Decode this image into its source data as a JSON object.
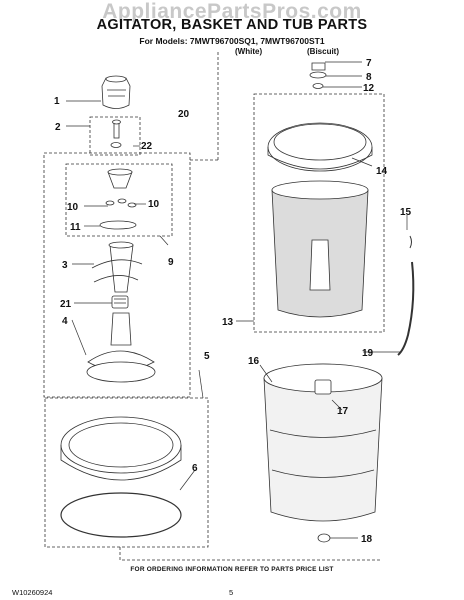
{
  "header": {
    "watermark": "AppliancePartsPros.com",
    "title": "AGITATOR, BASKET AND TUB PARTS",
    "models_line": "For Models: 7MWT96700SQ1, 7MWT96700ST1",
    "variant_1": "(White)",
    "variant_2": "(Biscuit)"
  },
  "callouts": [
    "1",
    "2",
    "22",
    "20",
    "10",
    "10",
    "11",
    "9",
    "3",
    "21",
    "4",
    "5",
    "6",
    "7",
    "8",
    "12",
    "14",
    "15",
    "13",
    "19",
    "16",
    "17",
    "18"
  ],
  "footer": {
    "note": "FOR ORDERING INFORMATION REFER TO PARTS PRICE LIST",
    "document_number": "W10260924",
    "page_number": "5"
  },
  "colors": {
    "ink": "#111111",
    "watermark": "#c8c8c8",
    "line_art": "#333333",
    "basket_fill": "#dcdcdc"
  }
}
